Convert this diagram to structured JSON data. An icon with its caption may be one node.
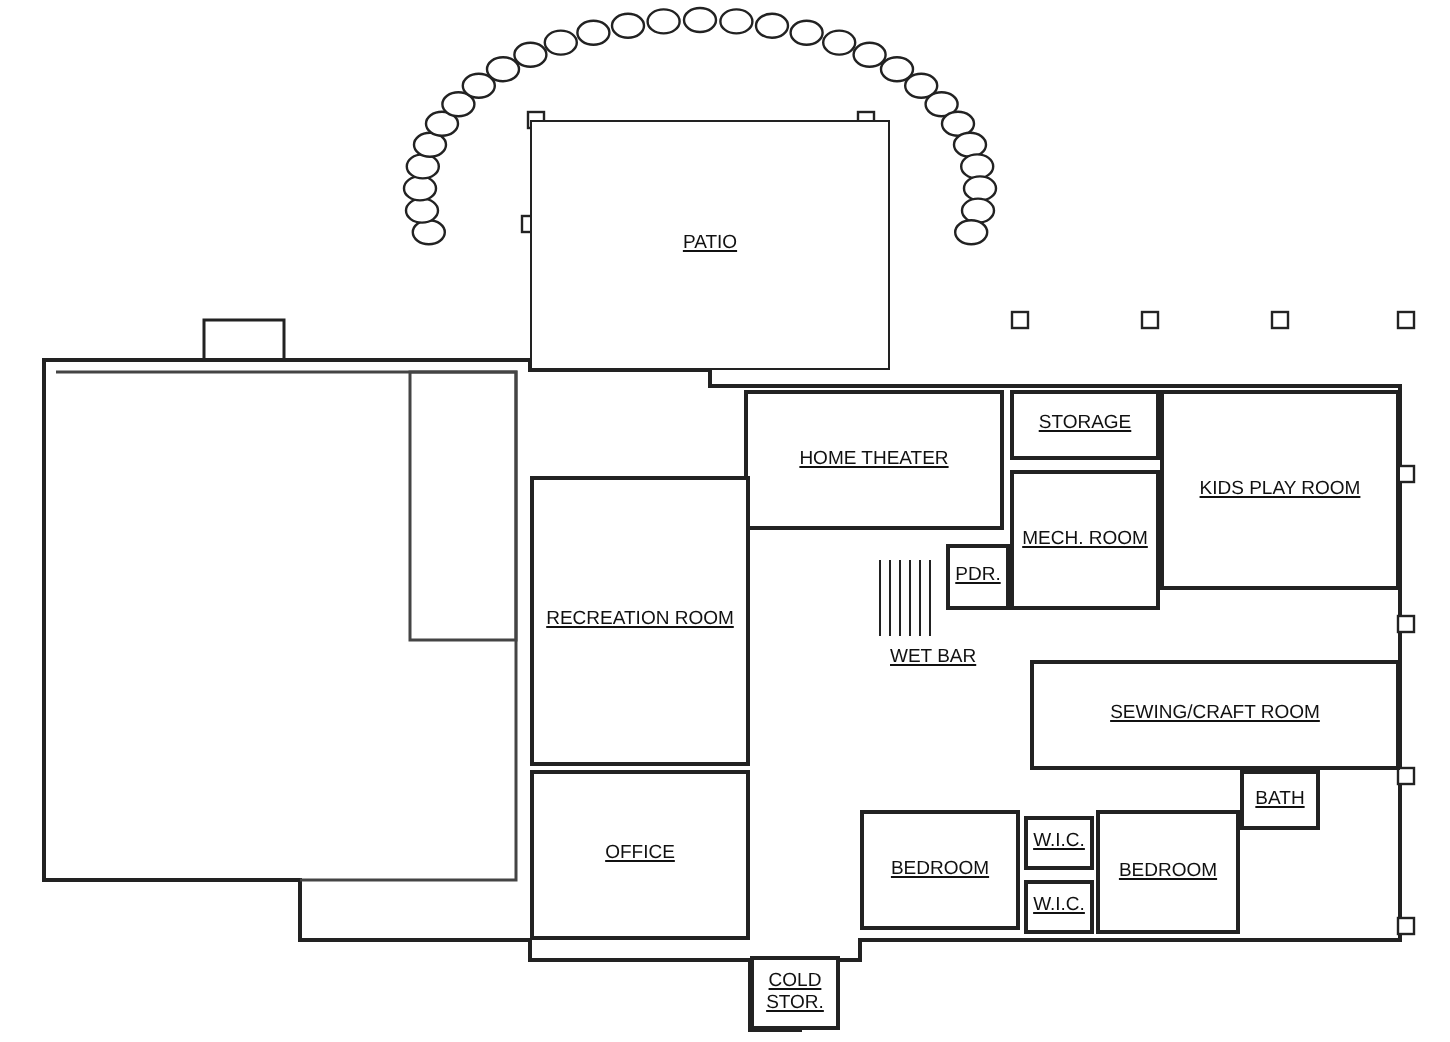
{
  "diagram": {
    "nodes": [
      {
        "text": [
          "PATIO"
        ]
      },
      {
        "text": [
          "HOME THEATER"
        ]
      },
      {
        "text": [
          "STORAGE"
        ]
      },
      {
        "text": [
          "KIDS PLAY ROOM"
        ]
      },
      {
        "text": [
          "MECH. ROOM"
        ]
      },
      {
        "text": [
          "RECREATION ROOM"
        ]
      },
      {
        "text": [
          "PDR."
        ]
      },
      {
        "text": [
          "SEWING/CRAFT ROOM"
        ]
      },
      {
        "text": [
          "BATH"
        ]
      },
      {
        "text": [
          "OFFICE"
        ]
      },
      {
        "text": [
          "BEDROOM"
        ]
      },
      {
        "text": [
          "W.I.C."
        ]
      },
      {
        "text": [
          "W.I.C."
        ]
      },
      {
        "text": [
          "BEDROOM"
        ]
      },
      {
        "text": [
          "COLD STOR."
        ]
      }
    ],
    "labels": [
      "WET BAR"
    ]
  }
}
